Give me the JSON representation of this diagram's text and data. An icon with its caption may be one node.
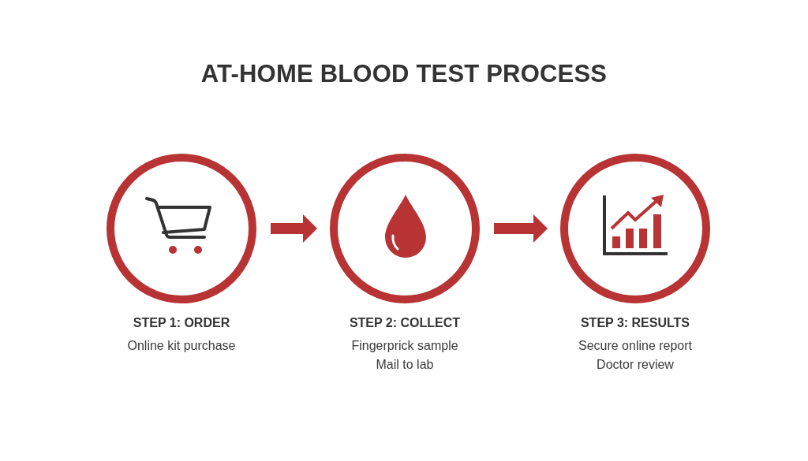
{
  "diagram": {
    "title": "AT-HOME BLOOD TEST PROCESS",
    "nodes": [
      {
        "text": [
          "STEP 1: ORDER",
          "Online kit purchase"
        ]
      },
      {
        "text": [
          "STEP 2: COLLECT",
          "Fingerprick sample",
          "Mail to lab"
        ]
      },
      {
        "text": [
          "STEP 3: RESULTS",
          "Secure online report",
          "Doctor review"
        ]
      }
    ],
    "edges": [
      {
        "from": 0,
        "to": 1,
        "arrow": "to"
      },
      {
        "from": 1,
        "to": 2,
        "arrow": "to"
      }
    ]
  }
}
